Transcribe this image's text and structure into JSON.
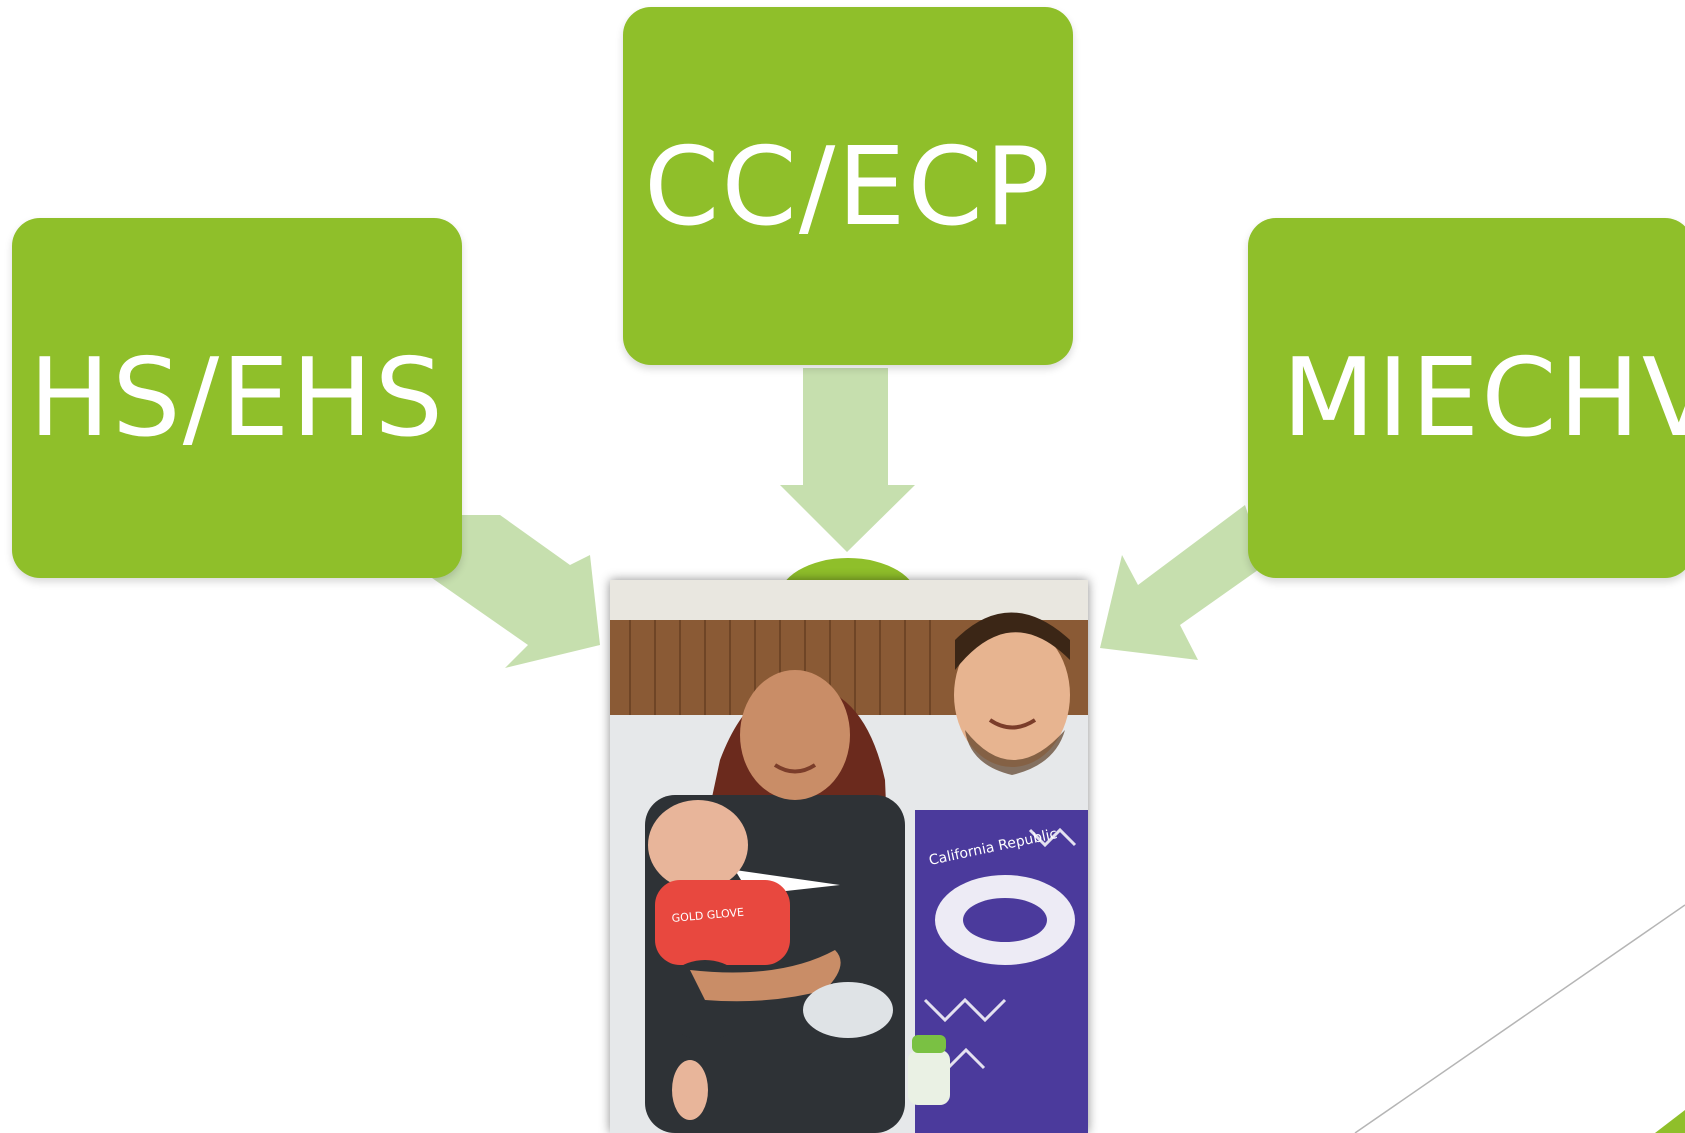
{
  "diagram": {
    "colors": {
      "box_fill": "#8fbf2a",
      "arrow_fill": "#c6dfae",
      "text": "#ffffff"
    },
    "boxes": {
      "left": {
        "label": "HS/EHS"
      },
      "top": {
        "label": "CC/ECP"
      },
      "right": {
        "label": "MIECHV"
      }
    },
    "center_image": {
      "description": "family-photo",
      "shirt_text_1": "California Republic",
      "shirt_text_2": "GOLD GLOVE"
    }
  }
}
